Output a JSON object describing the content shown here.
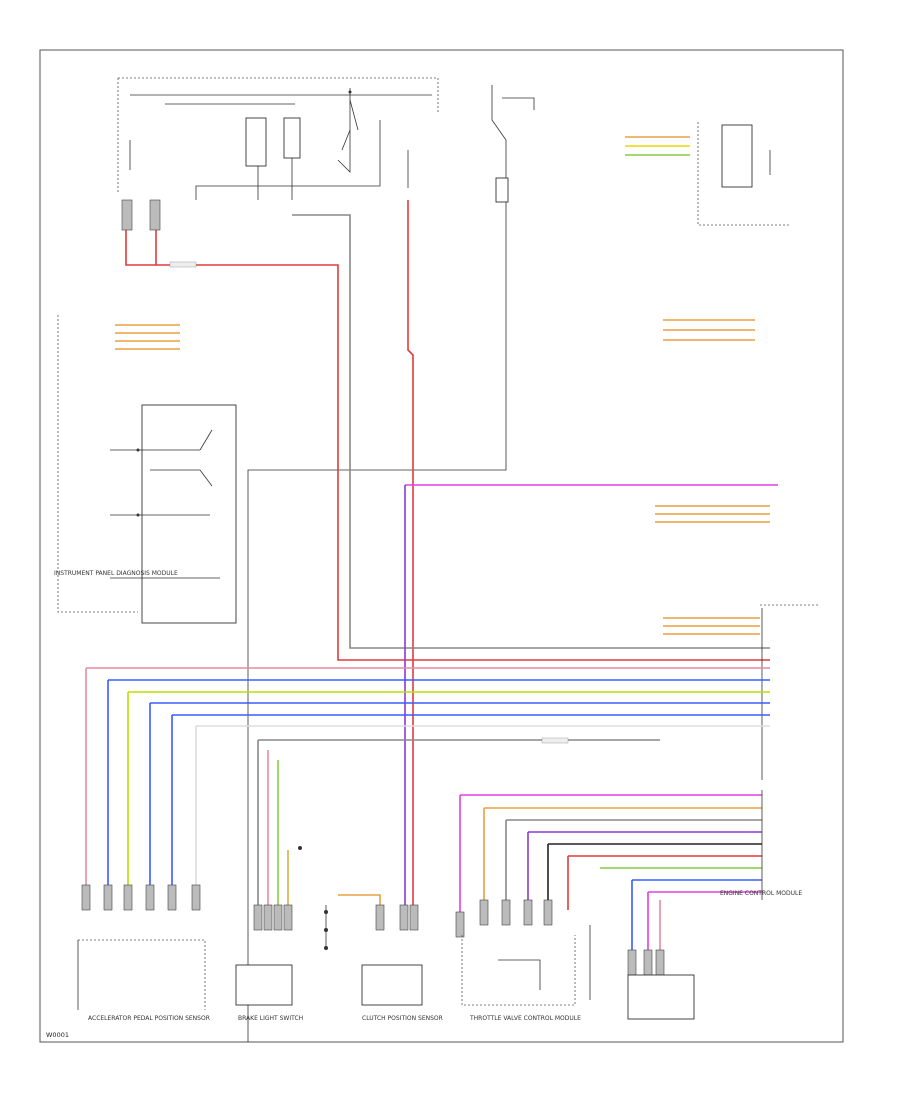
{
  "diagram": {
    "components": {
      "diagnosis_module": "INSTRUMENT PANEL DIAGNOSIS MODULE",
      "brake_light_switch": "BRAKE LIGHT SWITCH",
      "clutch_position_sensor": "CLUTCH POSITION SENSOR",
      "throttle_valve_control_module": "THROTTLE VALVE CONTROL MODULE",
      "engine_control_module": "ENGINE CONTROL MODULE",
      "accelerator_pedal_sensor": "ACCELERATOR PEDAL POSITION SENSOR"
    },
    "page_code": "W0001"
  },
  "colors": {
    "red": "#e23b3b",
    "pink": "#e68aa0",
    "magenta": "#e040e0",
    "green": "#22b04a",
    "yellow": "#d8d000",
    "blue": "#3a5bff",
    "purple": "#8a3ad0",
    "grey": "#888888",
    "black": "#222222",
    "orange": "#e8a040",
    "brown": "#a06a2a"
  }
}
